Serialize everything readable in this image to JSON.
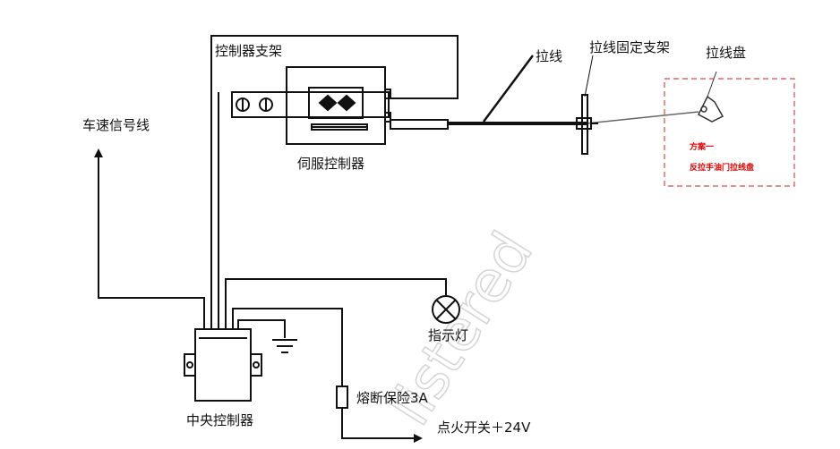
{
  "labels": {
    "controller_bracket": "控制器支架",
    "pull_wire": "拉线",
    "wire_fixed_bracket": "拉线固定支架",
    "wire_disc": "拉线盘",
    "speed_signal_line": "车速信号线",
    "servo_controller": "伺服控制器",
    "indicator_light": "指示灯",
    "fuse": "熔断保险3A",
    "central_controller": "中央控制器",
    "ignition_switch": "点火开关＋24V",
    "scheme_line1": "方案一",
    "scheme_line2": "反拉手油门拉线盘"
  },
  "watermark": "listered",
  "colors": {
    "line": "#111111",
    "dashed_box": "#d94a4a",
    "scheme_text": "#e00000"
  }
}
